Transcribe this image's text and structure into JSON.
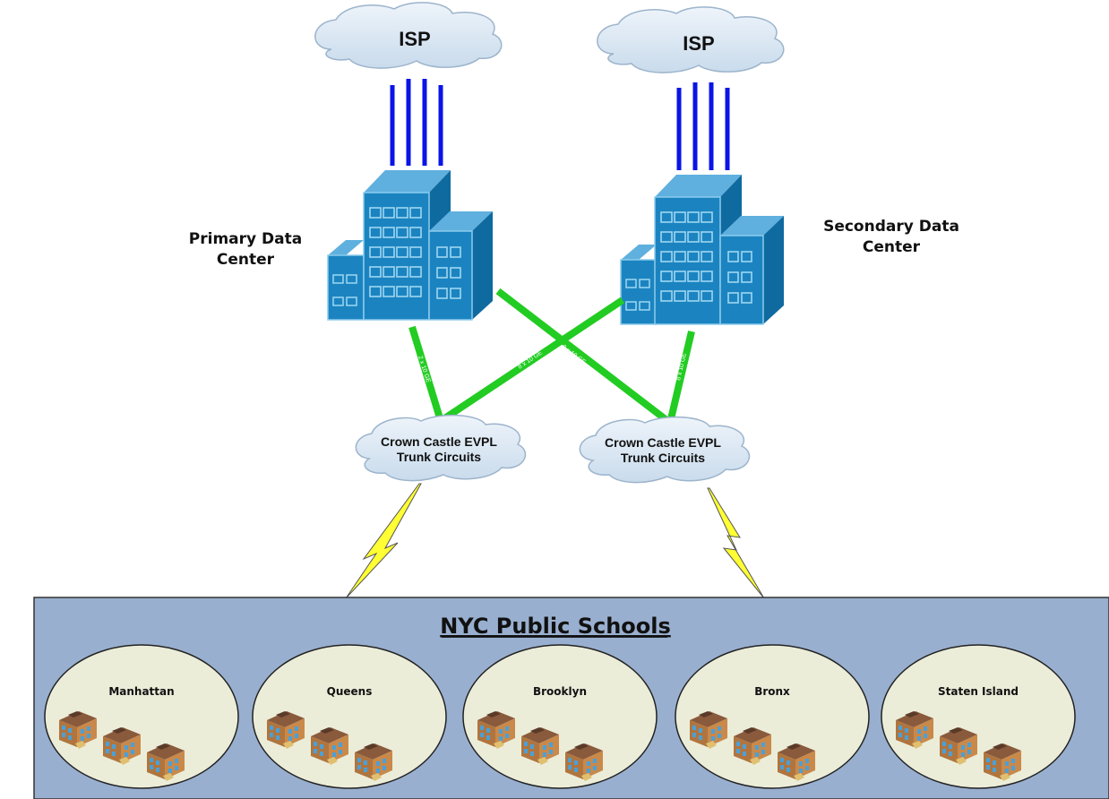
{
  "isp": {
    "left_label": "ISP",
    "right_label": "ISP"
  },
  "data_centers": {
    "primary_label_line1": "Primary Data",
    "primary_label_line2": "Center",
    "secondary_label_line1": "Secondary Data",
    "secondary_label_line2": "Center"
  },
  "links": {
    "primary_down": "2 x 10 GE",
    "primary_cross": "8 x 10 GE",
    "secondary_cross": "8 x 10 GE",
    "secondary_down": "8 x 10 GE"
  },
  "evpl": {
    "left_line1": "Crown Castle EVPL",
    "left_line2": "Trunk Circuits",
    "right_line1": "Crown Castle EVPL",
    "right_line2": "Trunk Circuits"
  },
  "schools": {
    "title": "NYC Public Schools",
    "boroughs": [
      "Manhattan",
      "Queens",
      "Brooklyn",
      "Bronx",
      "Staten Island"
    ]
  },
  "colors": {
    "isp_link": "#0a14e6",
    "trunk_link": "#22cc22",
    "lightning": "#ffff33",
    "panel_bg": "#99afcf",
    "borough_bg": "#ebedd9",
    "cloud_fill": "#dbe7f3",
    "building_blue": "#1b84c0"
  }
}
